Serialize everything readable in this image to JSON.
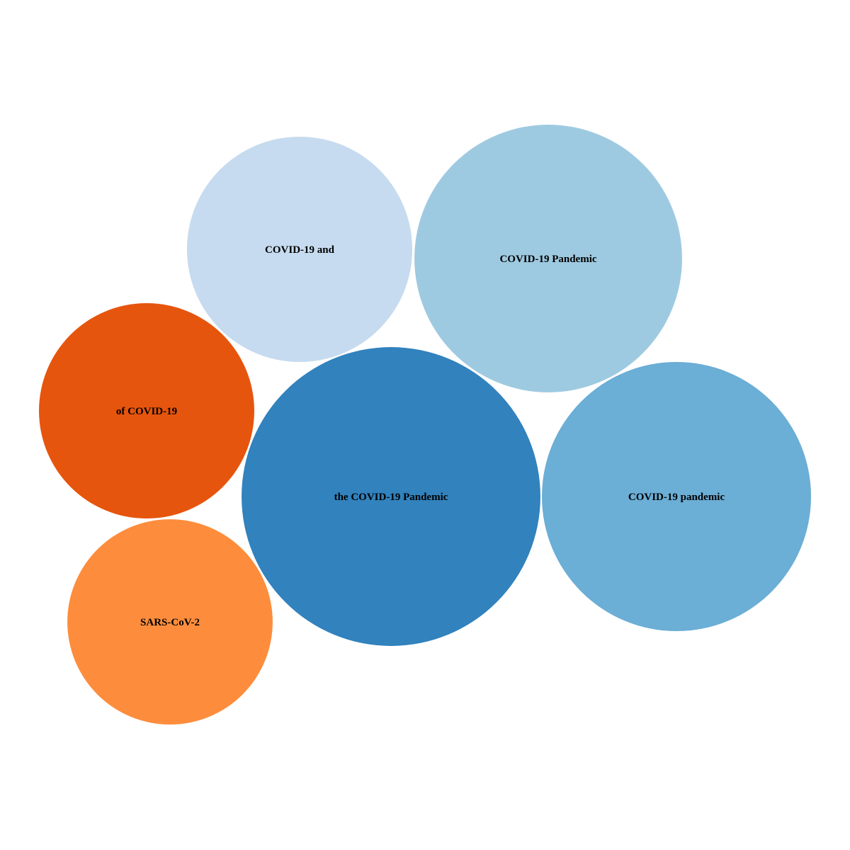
{
  "chart_data": {
    "type": "bubble",
    "title": "",
    "items": [
      {
        "label": "COVID-19 and",
        "value": 253,
        "color": "#c6dbef"
      },
      {
        "label": "COVID-19 Pandemic",
        "value": 357,
        "color": "#9ecae1"
      },
      {
        "label": "of COVID-19",
        "value": 231,
        "color": "#e6550d"
      },
      {
        "label": "the COVID-19 Pandemic",
        "value": 445,
        "color": "#3182bd"
      },
      {
        "label": "COVID-19 pandemic",
        "value": 361,
        "color": "#6baed6"
      },
      {
        "label": "SARS-CoV-2",
        "value": 210,
        "color": "#fd8d3c"
      }
    ]
  }
}
